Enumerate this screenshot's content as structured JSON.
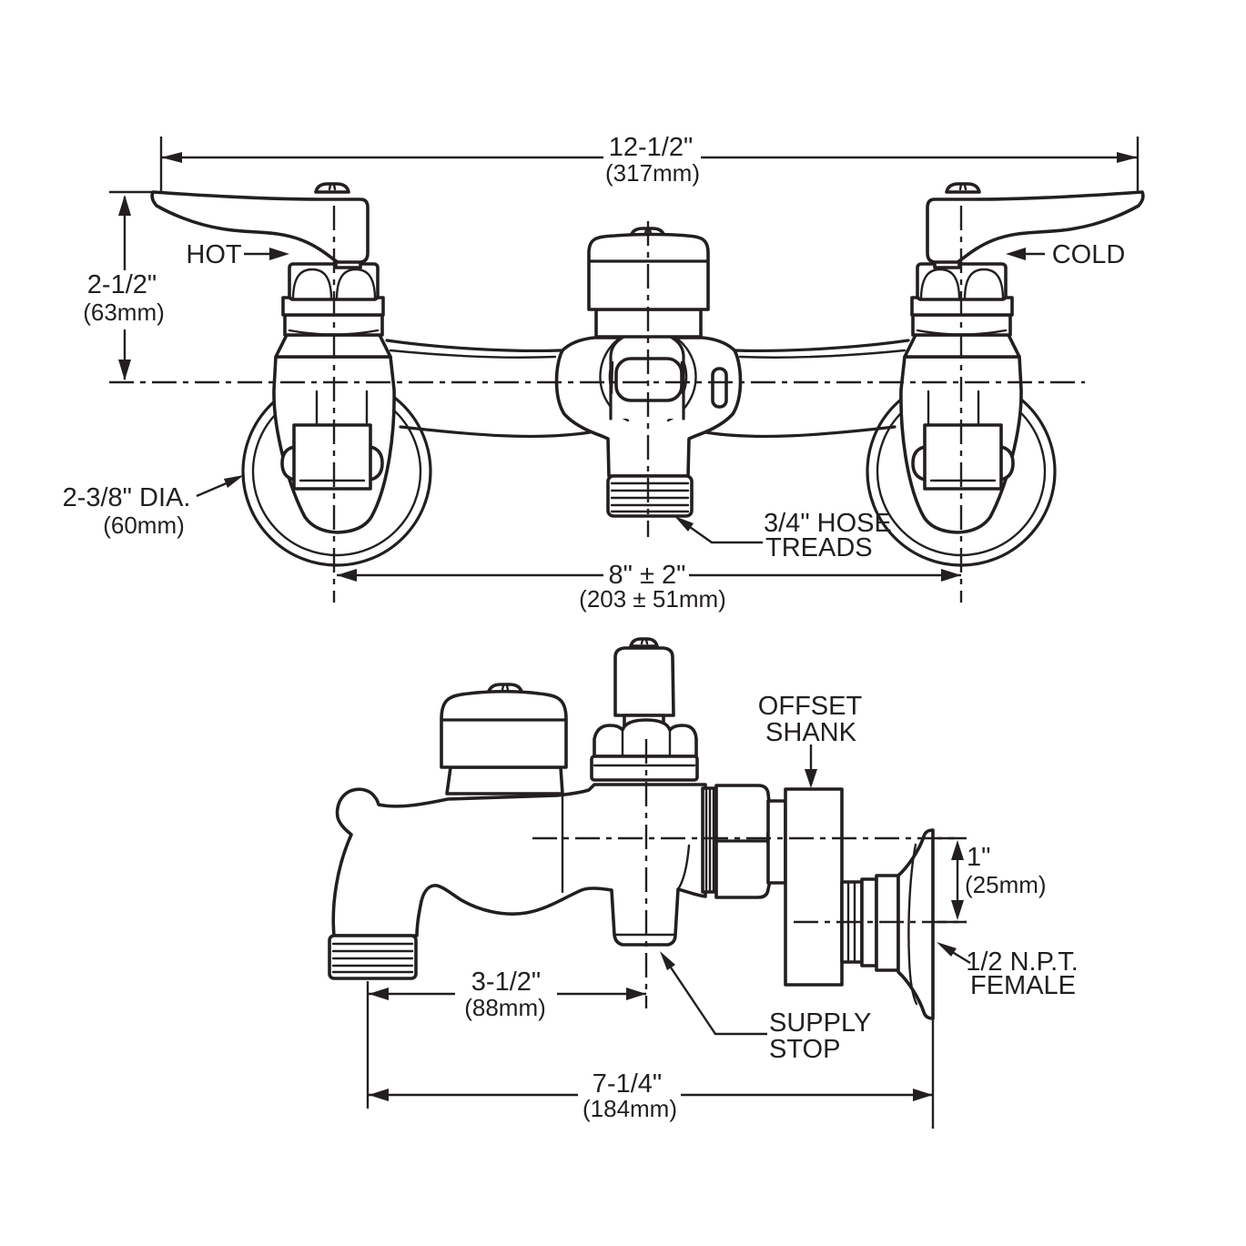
{
  "drawing": {
    "background": "#ffffff",
    "line_color": "#231f20",
    "front_view": {
      "dim_overall_width": {
        "primary": "12-1/2\"",
        "metric": "(317mm)"
      },
      "dim_handle_height": {
        "primary": "2-1/2\"",
        "metric": "(63mm)"
      },
      "dim_flange_diameter": {
        "primary": "2-3/8\" DIA.",
        "metric": "(60mm)"
      },
      "dim_inlet_centers": {
        "primary": "8\" ± 2\"",
        "metric": "(203 ± 51mm)"
      },
      "label_hot": "HOT",
      "label_cold": "COLD",
      "label_hose_threads_line1": "3/4\" HOSE",
      "label_hose_threads_line2": "TREADS"
    },
    "side_view": {
      "label_offset_shank_line1": "OFFSET",
      "label_offset_shank_line2": "SHANK",
      "label_supply_stop_line1": "SUPPLY",
      "label_supply_stop_line2": "STOP",
      "label_npt_line1": "1/2 N.P.T.",
      "label_npt_line2": "FEMALE",
      "dim_offset": {
        "primary": "1\"",
        "metric": "(25mm)"
      },
      "dim_spout_reach": {
        "primary": "3-1/2\"",
        "metric": "(88mm)"
      },
      "dim_overall_depth": {
        "primary": "7-1/4\"",
        "metric": "(184mm)"
      }
    }
  }
}
